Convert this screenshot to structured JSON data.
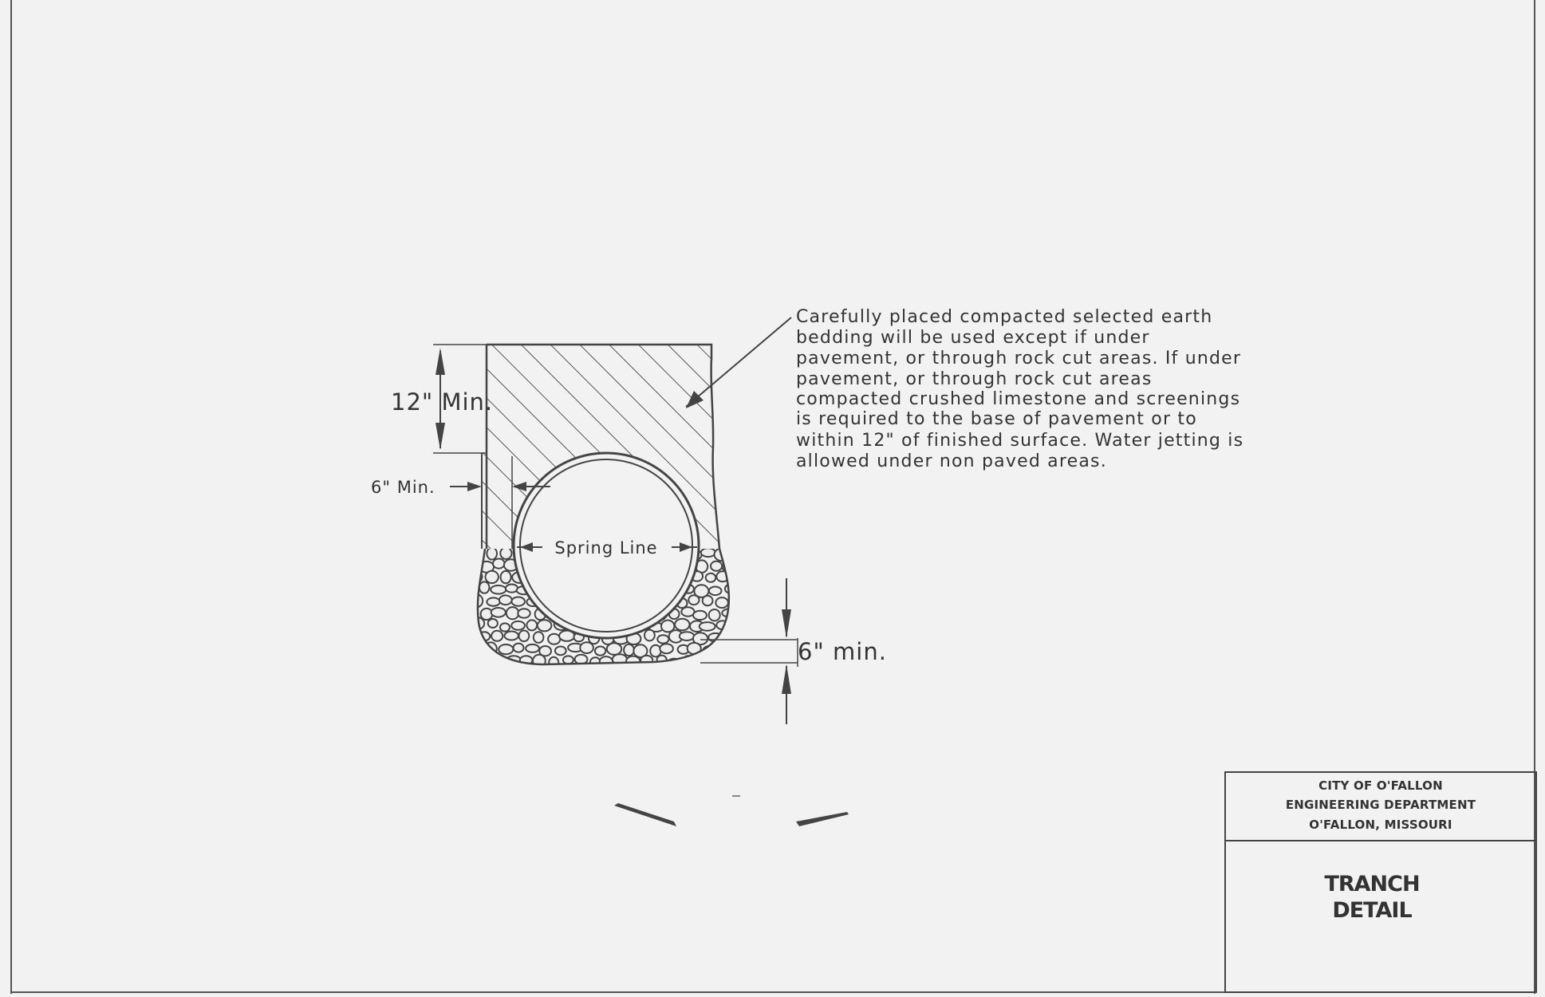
{
  "drawing": {
    "note_lines": [
      "Carefully placed compacted selected earth",
      "bedding will be used except if under",
      "pavement, or through rock cut areas. If under",
      "pavement, or through rock cut areas",
      "compacted crushed limestone and screenings",
      "is required to the base of pavement or to",
      "within 12\" of finished surface. Water jetting is",
      "allowed under non paved areas."
    ],
    "dim_cover": "12\" Min.",
    "dim_side": "6\" Min.",
    "spring_line": "Spring Line",
    "dim_bottom": "6\" min."
  },
  "title_block": {
    "org_line1": "CITY OF O'FALLON",
    "org_line2": "ENGINEERING DEPARTMENT",
    "org_line3": "O'FALLON, MISSOURI",
    "title_line1": "TRANCH",
    "title_line2": "DETAIL"
  },
  "colors": {
    "paper": "#f2f2f2",
    "ink": "#444444"
  }
}
